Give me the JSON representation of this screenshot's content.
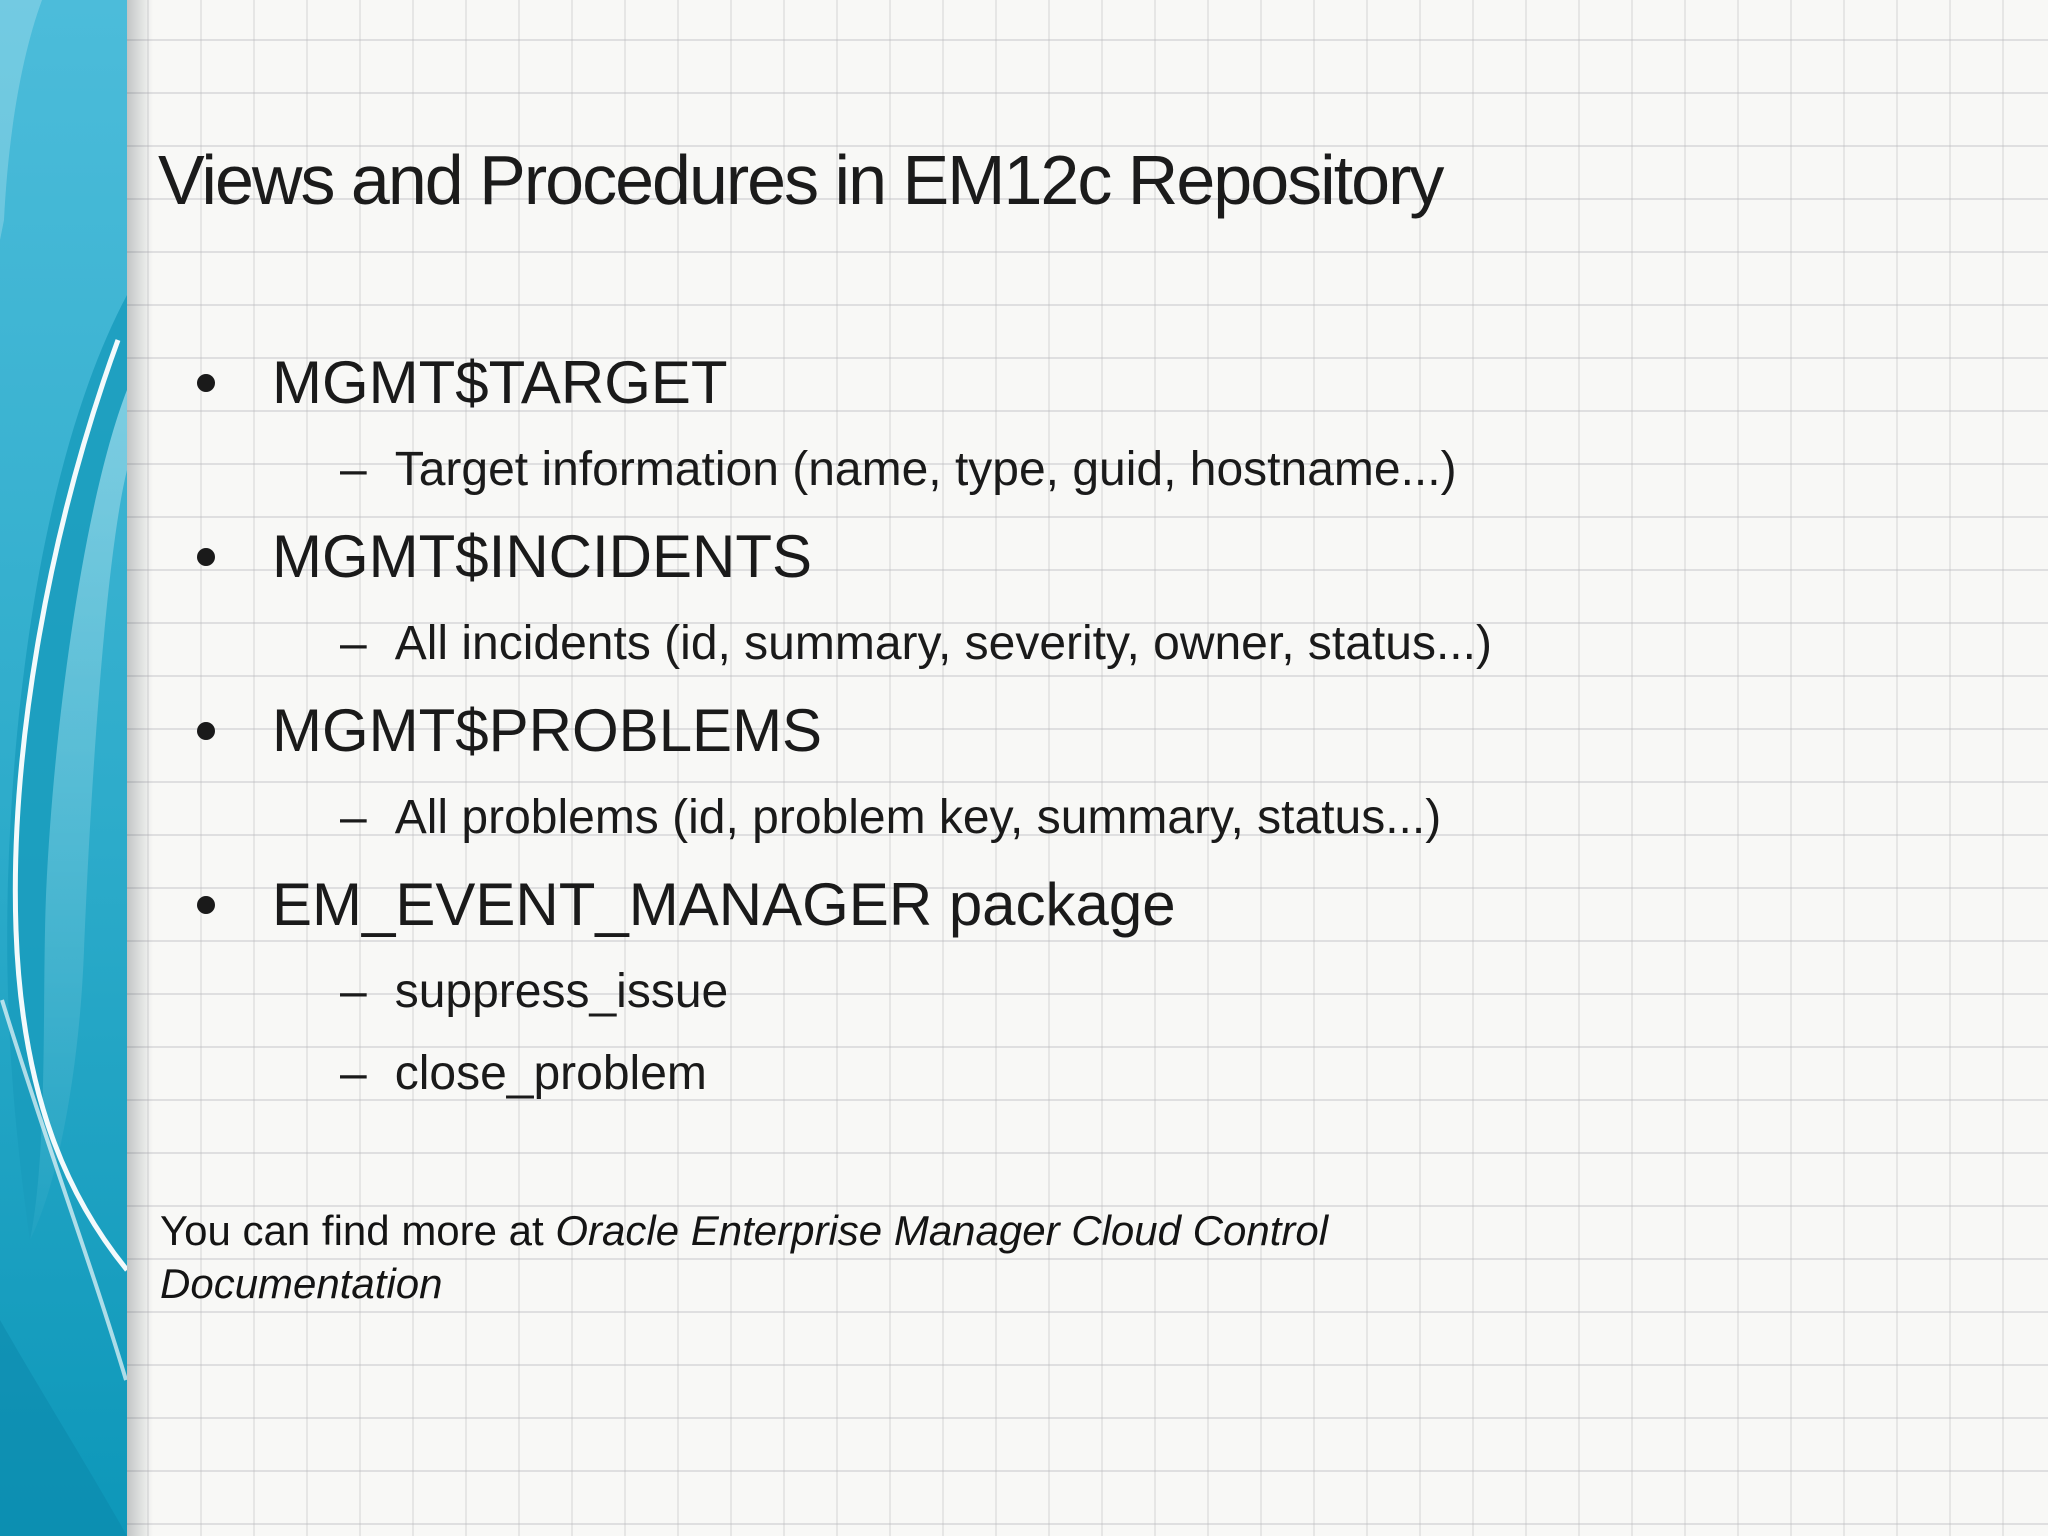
{
  "slide": {
    "title": "Views and Procedures in EM12c Repository",
    "markers": {
      "level2": "–"
    },
    "bullets": [
      {
        "label": "MGMT$TARGET",
        "sub": [
          "Target information (name, type, guid, hostname...)"
        ]
      },
      {
        "label": "MGMT$INCIDENTS",
        "sub": [
          "All incidents (id, summary, severity, owner, status...)"
        ]
      },
      {
        "label": "MGMT$PROBLEMS",
        "sub": [
          "All problems (id, problem key, summary, status...)"
        ]
      },
      {
        "label": "EM_EVENT_MANAGER package",
        "sub": [
          "suppress_issue",
          "close_problem"
        ]
      }
    ],
    "footer": {
      "prefix": "You can find more at ",
      "reference": "Oracle Enterprise Manager Cloud Control Documentation"
    },
    "colors": {
      "sidebar_top": "#4cbcda",
      "sidebar_bottom": "#0d97b9",
      "swirl_dark": "#1a9cbd",
      "paper": "#f8f8f6",
      "grid_line": "#e0e0de",
      "text": "#1a1a1a"
    }
  }
}
